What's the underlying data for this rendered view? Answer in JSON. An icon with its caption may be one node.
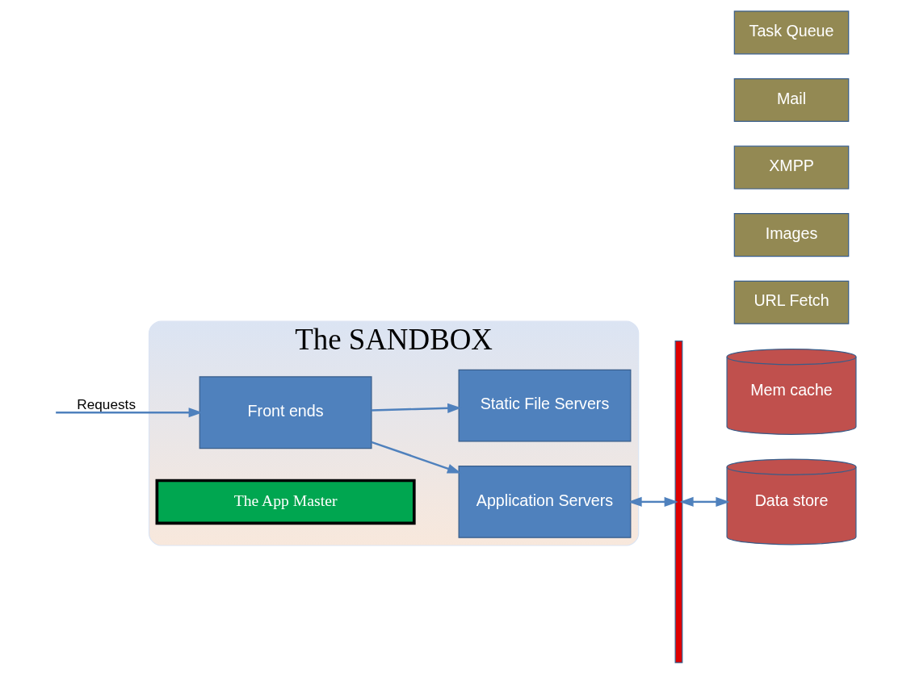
{
  "diagram": {
    "nodes": [
      {
        "text": [
          "The SANDBOX"
        ]
      },
      {
        "text": [
          "Application Servers"
        ],
        "in": 0
      },
      {
        "text": [
          "Front ends"
        ],
        "in": 0
      },
      {
        "text": [
          "Static File Servers"
        ],
        "in": 0
      },
      {
        "text": [
          "The App Master"
        ],
        "in": 0
      },
      {
        "text": [],
        "shape": "bar"
      },
      {
        "text": [
          "Data store"
        ]
      },
      {
        "text": [
          "Mem cache"
        ]
      },
      {
        "text": [
          "URL Fetch"
        ]
      },
      {
        "text": [
          "Images"
        ]
      },
      {
        "text": [
          "XMPP"
        ]
      },
      {
        "text": [
          "Mail"
        ]
      },
      {
        "text": [
          "Task Queue"
        ]
      }
    ],
    "edges": [
      {
        "from": null,
        "to": 2,
        "arrow": "to",
        "label": "Requests"
      },
      {
        "from": 2,
        "to": 1,
        "arrow": "to"
      },
      {
        "from": 2,
        "to": 3,
        "arrow": "to"
      },
      {
        "from": 1,
        "to": 5,
        "arrow": "both"
      },
      {
        "from": 5,
        "to": 6,
        "arrow": "both"
      }
    ]
  }
}
